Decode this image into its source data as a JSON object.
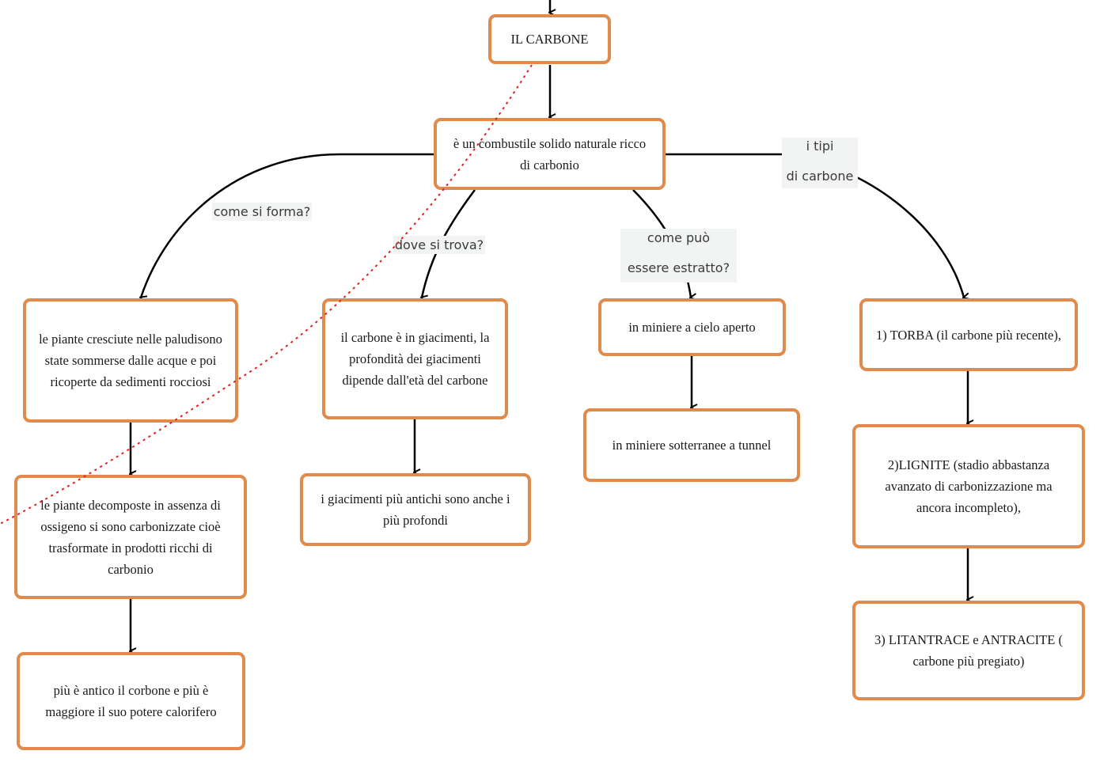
{
  "accent_color": "#e08a4c",
  "nodes": {
    "root": "IL CARBONE",
    "definition": "è un combustile solido naturale ricco di carbonio",
    "forma_1": "le piante cresciute nelle paludisono state sommerse dalle acque e poi ricoperte da sedimenti rocciosi",
    "forma_2": "le piante decomposte in assenza di ossigeno si sono carbonizzate cioè trasformate in prodotti ricchi di carbonio",
    "forma_3": "più è antico il corbone e più è maggiore il suo potere calorifero",
    "trova_1": "il carbone è in giacimenti, la profondità dei giacimenti dipende dall'età del carbone",
    "trova_2": "i giacimenti più antichi sono anche i più profondi",
    "estratto_1": "in miniere a cielo aperto",
    "estratto_2": "in miniere sotterranee a tunnel",
    "tipi_1": "1) TORBA (il carbone più recente),",
    "tipi_2": "2)LIGNITE (stadio abbastanza avanzato di carbonizzazione ma ancora incompleto),",
    "tipi_3": "3) LITANTRACE e ANTRACITE ( carbone più pregiato)"
  },
  "edge_labels": {
    "forma": "come si forma?",
    "trova": "dove si trova?",
    "estratto_line1": "come può",
    "estratto_line2": "essere estratto?",
    "tipi_line1": "i tipi",
    "tipi_line2": "di carbone"
  }
}
